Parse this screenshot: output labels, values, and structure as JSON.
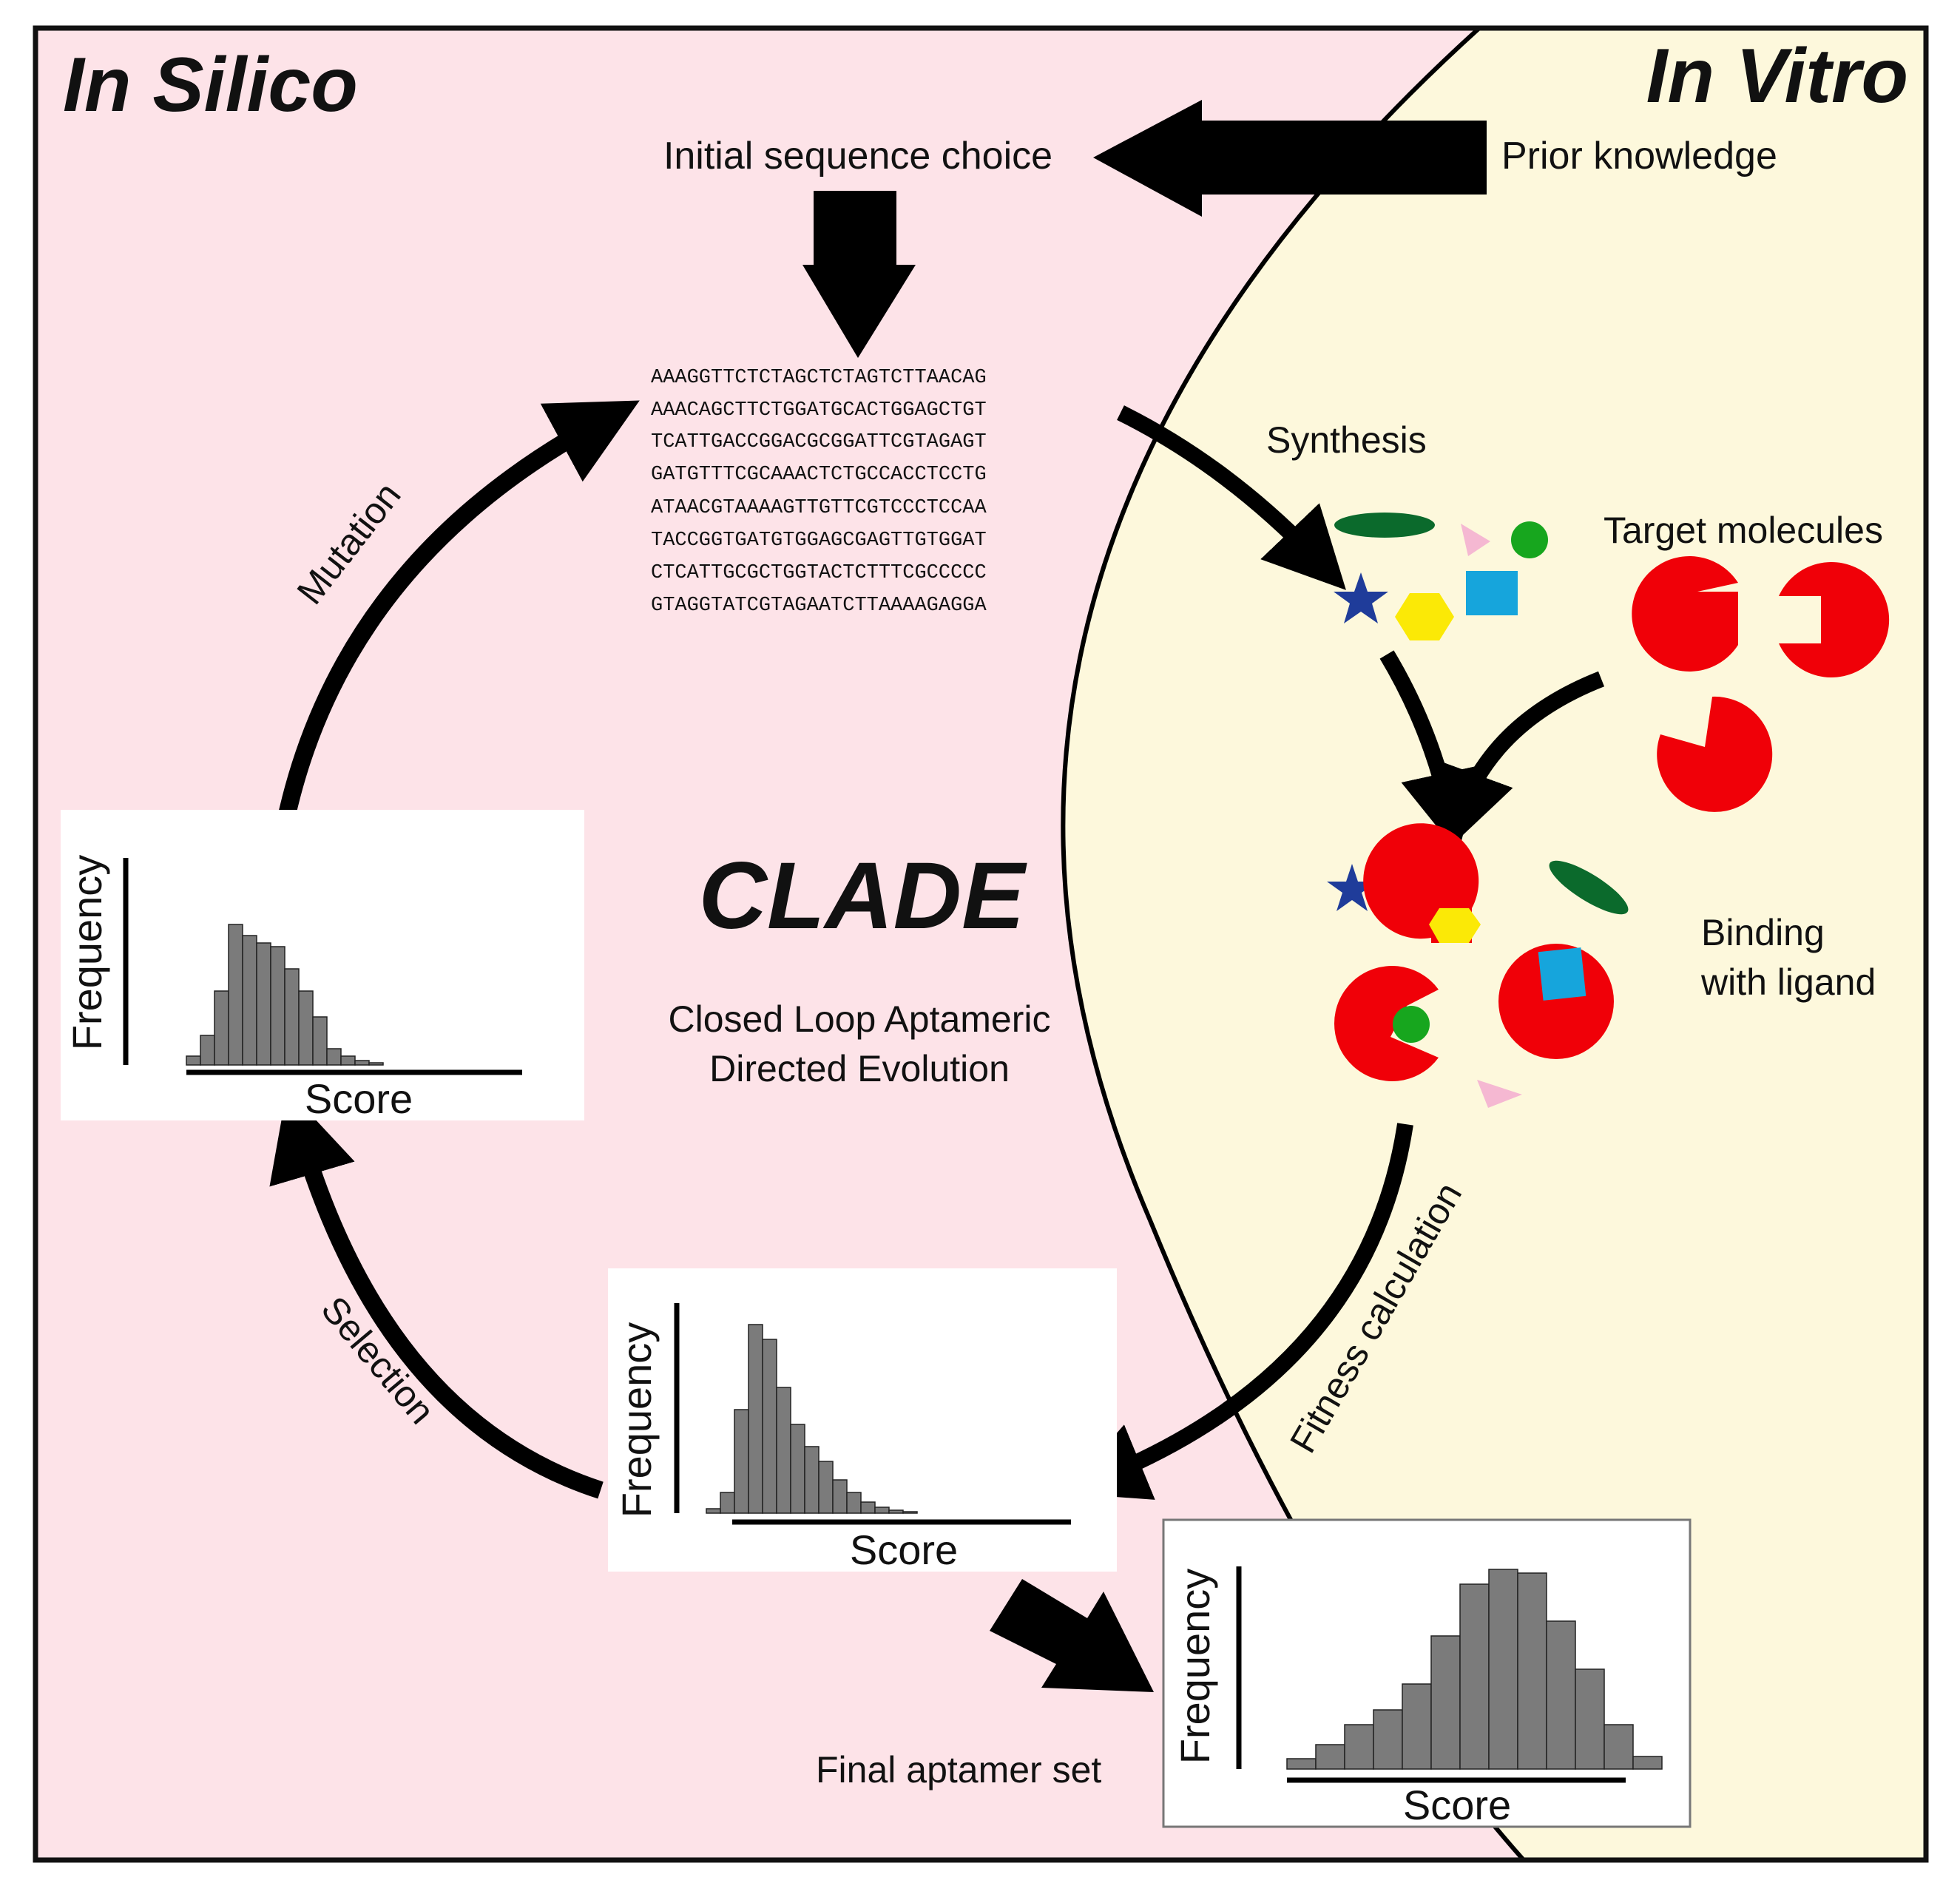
{
  "panels": {
    "in_silico": "In Silico",
    "in_vitro": "In Vitro"
  },
  "labels": {
    "initial_sequence_choice": "Initial sequence choice",
    "prior_knowledge": "Prior knowledge",
    "synthesis": "Synthesis",
    "target_molecules": "Target molecules",
    "binding_line1": "Binding",
    "binding_line2": "with ligand",
    "mutation": "Mutation",
    "selection": "Selection",
    "fitness_calculation": "Fitness calculation",
    "final_aptamer_set": "Final aptamer set",
    "clade": "CLADE",
    "clade_line1": "Closed Loop Aptameric",
    "clade_line2": "Directed Evolution"
  },
  "sequences": [
    "AAAGGTTCTCTAGCTCTAGTCTTAACAG",
    "AAACAGCTTCTGGATGCACTGGAGCTGT",
    "TCATTGACCGGACGCGGATTCGTAGAGT",
    "GATGTTTCGCAAACTCTGCCACCTCCTG",
    "ATAACGTAAAAGTTGTTCGTCCCTCCAA",
    "TACCGGTGATGTGGAGCGAGTTGTGGAT",
    "CTCATTGCGCTGGTACTCTTTCGCCCCC",
    "GTAGGTATCGTAGAATCTTAAAAGAGGA"
  ],
  "histograms": {
    "top_left": {
      "xlabel": "Score",
      "ylabel": "Frequency"
    },
    "bottom_mid": {
      "xlabel": "Score",
      "ylabel": "Frequency"
    },
    "final": {
      "xlabel": "Score",
      "ylabel": "Frequency"
    }
  },
  "colors": {
    "in_silico_bg": "#fde3e8",
    "in_vitro_bg": "#fdf8dc",
    "target_red": "#f00008",
    "star_blue": "#1f3c9a",
    "ellipse_green": "#0b6a2c",
    "dot_green": "#17a61e",
    "hex_yellow": "#fbe906",
    "square_cyan": "#16a5dc",
    "triangle_pink": "#f5b8d2",
    "bar_gray": "#7b7b7b"
  }
}
